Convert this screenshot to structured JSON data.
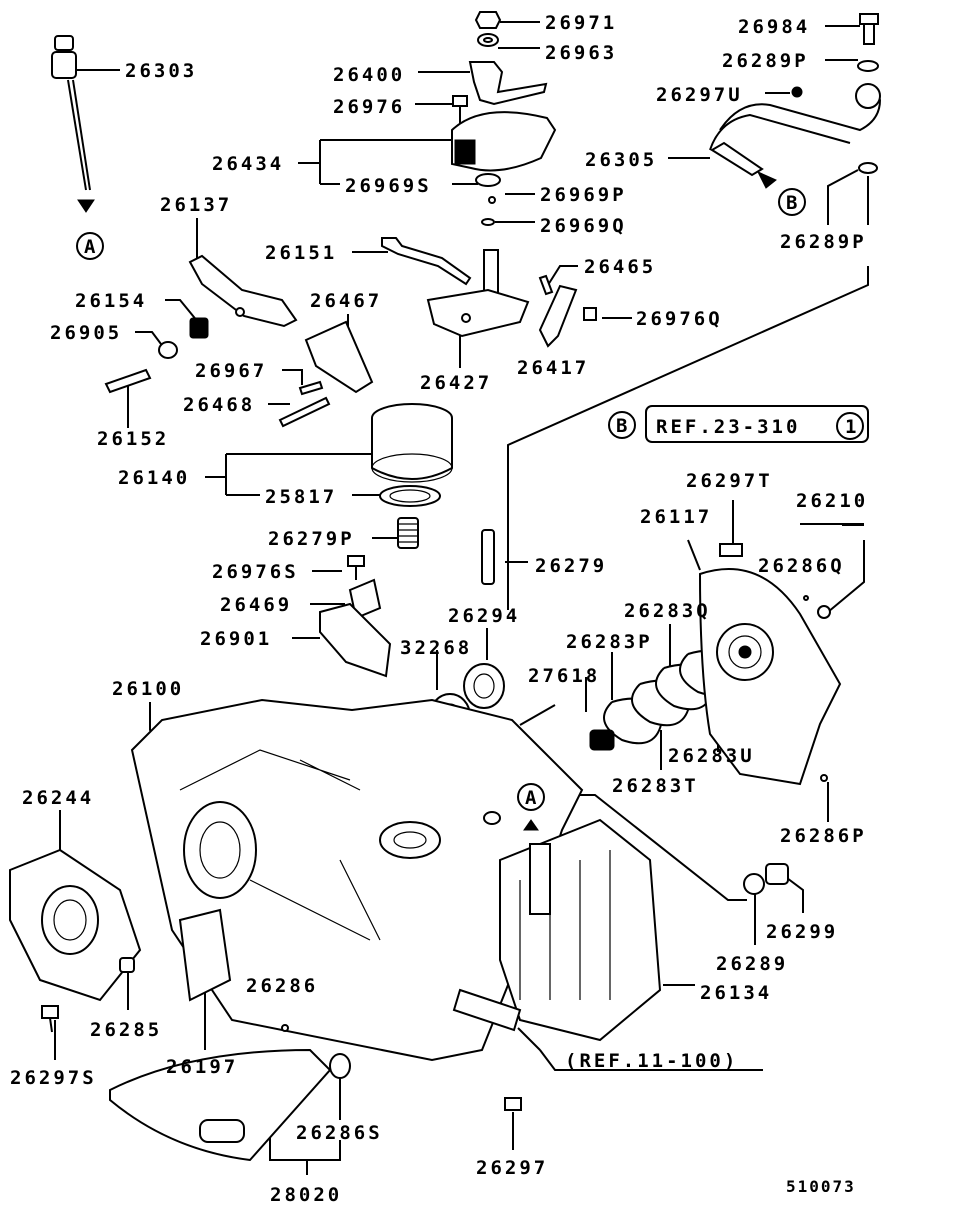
{
  "diagram_code": "510073",
  "markers": {
    "a": "A",
    "b": "B",
    "ref_circle": "1"
  },
  "references": {
    "ref_23_310": "REF.23-310",
    "ref_11_100": "(REF.11-100)"
  },
  "parts": {
    "p26971": "26971",
    "p26963": "26963",
    "p26400": "26400",
    "p26976": "26976",
    "p26434": "26434",
    "p26969S": "26969S",
    "p26969P": "26969P",
    "p26969Q": "26969Q",
    "p26303": "26303",
    "p26984": "26984",
    "p26289P_top": "26289P",
    "p26297U": "26297U",
    "p26305": "26305",
    "p26289P_mid": "26289P",
    "p26137": "26137",
    "p26151": "26151",
    "p26465": "26465",
    "p26154": "26154",
    "p26467": "26467",
    "p26976Q": "26976Q",
    "p26905": "26905",
    "p26427": "26427",
    "p26417": "26417",
    "p26967": "26967",
    "p26468": "26468",
    "p26152": "26152",
    "p26140": "26140",
    "p25817": "25817",
    "p26297T": "26297T",
    "p26210": "26210",
    "p26117": "26117",
    "p26286Q": "26286Q",
    "p26279P": "26279P",
    "p26279": "26279",
    "p26976S": "26976S",
    "p26469": "26469",
    "p26294": "26294",
    "p26283Q": "26283Q",
    "p26901": "26901",
    "p32268": "32268",
    "p26283P": "26283P",
    "p27618": "27618",
    "p26100": "26100",
    "p26283U": "26283U",
    "p26283T": "26283T",
    "p26244": "26244",
    "p26286P": "26286P",
    "p26299": "26299",
    "p26289": "26289",
    "p26134": "26134",
    "p26286": "26286",
    "p26285": "26285",
    "p26197": "26197",
    "p26297S": "26297S",
    "p26286S": "26286S",
    "p26297": "26297",
    "p28020": "28020"
  }
}
